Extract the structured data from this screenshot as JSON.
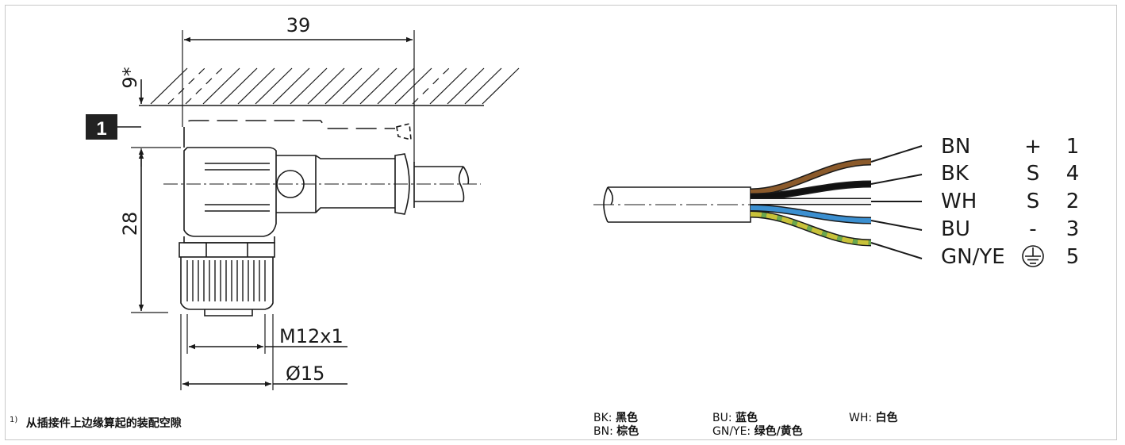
{
  "dimensions": {
    "width_label": "39",
    "clearance_label": "9*",
    "height_label": "28",
    "thread_label": "M12x1",
    "diameter_label": "Ø15"
  },
  "callout": {
    "number": "1"
  },
  "pinout": [
    {
      "code": "BN",
      "symbol": "+",
      "pin": "1",
      "color": "#8b5a2b"
    },
    {
      "code": "BK",
      "symbol": "S",
      "pin": "4",
      "color": "#111111"
    },
    {
      "code": "WH",
      "symbol": "S",
      "pin": "2",
      "color": "#f2f2f2"
    },
    {
      "code": "BU",
      "symbol": "-",
      "pin": "3",
      "color": "#3b8fd0"
    },
    {
      "code": "GN/YE",
      "symbol": "earth-ground-symbol",
      "pin": "5",
      "color": "#c8c23a"
    }
  ],
  "footnote": {
    "marker": "1)",
    "text": "从插接件上边缘算起的装配空隙"
  },
  "legend": {
    "bk": {
      "key": "BK:",
      "value": "黑色"
    },
    "bn": {
      "key": "BN:",
      "value": "棕色"
    },
    "bu": {
      "key": "BU:",
      "value": "蓝色"
    },
    "gnye": {
      "key": "GN/YE:",
      "value": "绿色/黄色"
    },
    "wh": {
      "key": "WH:",
      "value": "白色"
    }
  }
}
